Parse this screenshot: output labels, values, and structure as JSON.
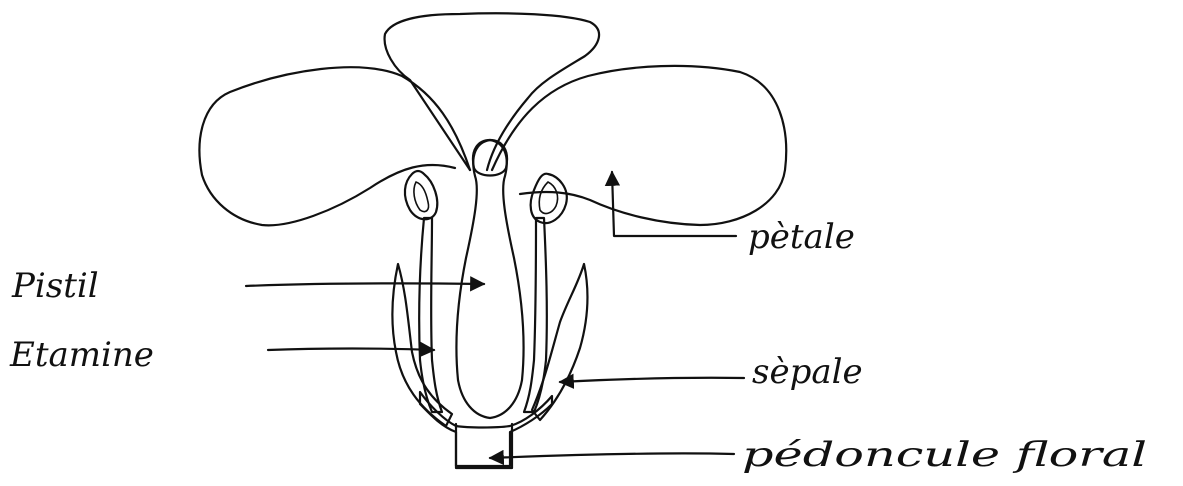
{
  "diagram": {
    "labels": {
      "pistil": "Pistil",
      "etamine": "Etamine",
      "petale": "pètale",
      "sepale": "sèpale",
      "pedoncule": "pédoncule floral"
    }
  }
}
